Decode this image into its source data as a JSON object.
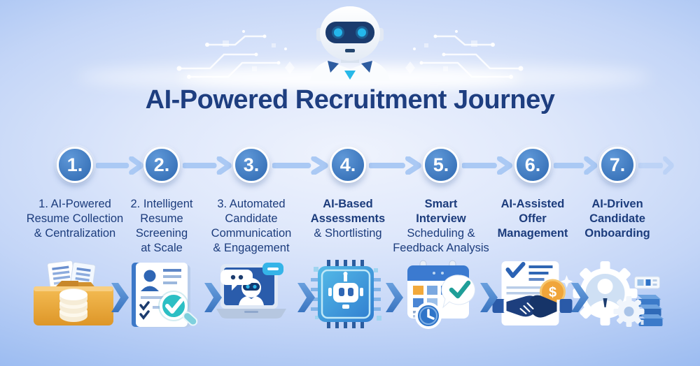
{
  "title": "AI-Powered Recruitment Journey",
  "mascot": {
    "name": "ai-robot",
    "eye_color": "#24b7ec",
    "visor_color": "#1b3b6d"
  },
  "colors": {
    "background_edge": "#94b7f0",
    "background_center": "#eff3fd",
    "title_text": "#1e3e80",
    "step_text": "#1c3c7c",
    "circle_fill": "#3a74ba",
    "circle_number": "#ffffff",
    "flow_arrow": "#aac9f4",
    "icon_arrow": "#4c87d3",
    "folder_orange": "#eda83d",
    "coin_orange": "#f0a53a",
    "magnifier_teal": "#2cbfc4"
  },
  "steps": [
    {
      "number": "1.",
      "icon": "folder-database-icon",
      "lines": [
        {
          "text": "1. AI-Powered",
          "bold": false
        },
        {
          "text": "Resume Collection",
          "bold": false
        },
        {
          "text": "& Centralization",
          "bold": false
        }
      ]
    },
    {
      "number": "2.",
      "icon": "resume-screening-icon",
      "lines": [
        {
          "text": "2. Intelligent",
          "bold": false
        },
        {
          "text": "Resume",
          "bold": false
        },
        {
          "text": "Screening",
          "bold": false
        },
        {
          "text": "at Scale",
          "bold": false
        }
      ]
    },
    {
      "number": "3.",
      "icon": "chatbot-laptop-icon",
      "lines": [
        {
          "text": "3. Automated",
          "bold": false
        },
        {
          "text": "Candidate",
          "bold": false
        },
        {
          "text": "Communication",
          "bold": false
        },
        {
          "text": "& Engagement",
          "bold": false
        }
      ]
    },
    {
      "number": "4.",
      "icon": "ai-chip-icon",
      "lines": [
        {
          "text": "AI-Based",
          "bold": true
        },
        {
          "text": "Assessments",
          "bold": true
        },
        {
          "text": "& Shortlisting",
          "bold": false
        }
      ]
    },
    {
      "number": "5.",
      "icon": "calendar-scheduling-icon",
      "lines": [
        {
          "text": "Smart",
          "bold": true
        },
        {
          "text": "Interview",
          "bold": true
        },
        {
          "text": "Scheduling &",
          "bold": false
        },
        {
          "text": "Feedback Analysis",
          "bold": false
        }
      ]
    },
    {
      "number": "6.",
      "icon": "offer-handshake-icon",
      "lines": [
        {
          "text": "AI-Assisted",
          "bold": true
        },
        {
          "text": "Offer",
          "bold": true
        },
        {
          "text": "Management",
          "bold": true
        }
      ]
    },
    {
      "number": "7.",
      "icon": "gears-onboarding-icon",
      "lines": [
        {
          "text": "AI-Driven",
          "bold": true
        },
        {
          "text": "Candidate",
          "bold": true
        },
        {
          "text": "Onboarding",
          "bold": true
        }
      ]
    }
  ]
}
